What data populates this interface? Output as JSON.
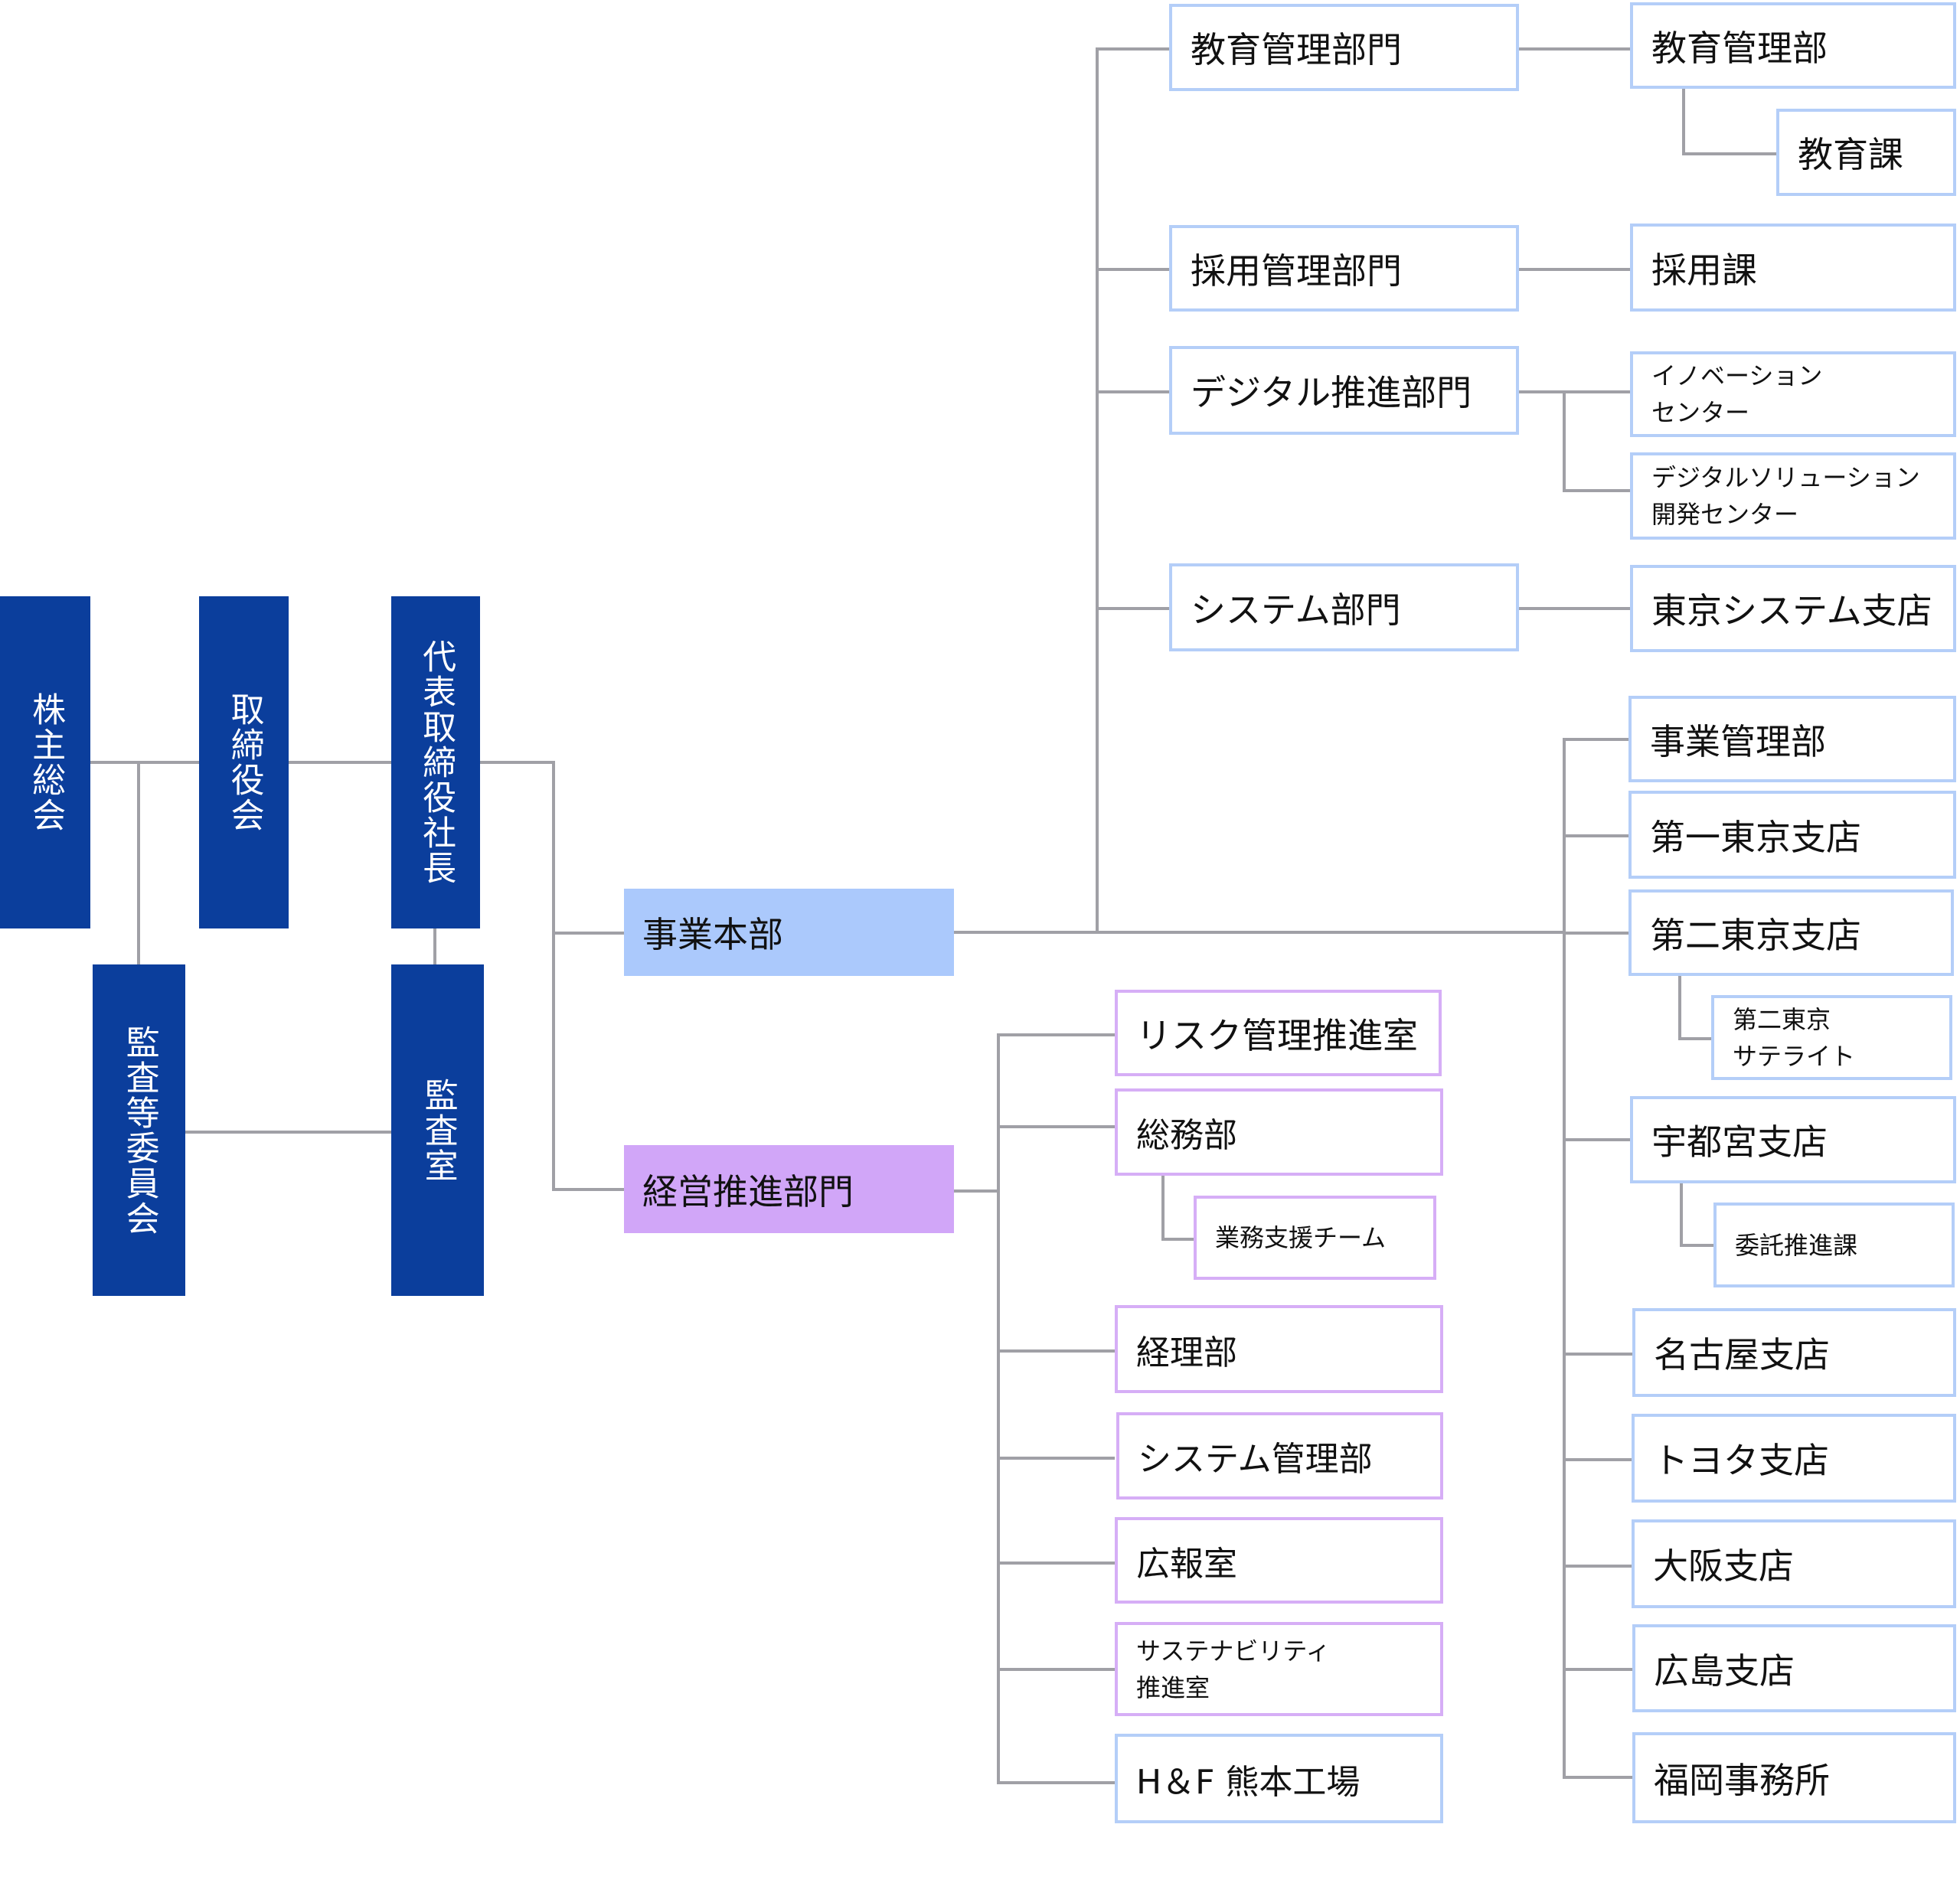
{
  "colors": {
    "executive": "#0B3E9C",
    "business_division": "#ABC9FC",
    "management_division": "#D1A6F8",
    "blue_border": "#B4CEF8",
    "purple_border": "#D6AEF6",
    "connector": "#A0A0A6"
  },
  "governance": {
    "shareholders_meeting": "株主総会",
    "board_of_directors": "取締役会",
    "president": "代表取締役社長",
    "audit_committee": "監査等委員会",
    "audit_office": "監査室"
  },
  "business_division": {
    "label": "事業本部",
    "departments": [
      {
        "label": "教育管理部門",
        "children": [
          {
            "label": "教育管理部",
            "children": [
              {
                "label": "教育課"
              }
            ]
          }
        ]
      },
      {
        "label": "採用管理部門",
        "children": [
          {
            "label": "採用課"
          }
        ]
      },
      {
        "label": "デジタル推進部門",
        "children": [
          {
            "label": "イノベーション\nセンター"
          },
          {
            "label": "デジタルソリューション\n開発センター"
          }
        ]
      },
      {
        "label": "システム部門",
        "children": [
          {
            "label": "東京システム支店"
          }
        ]
      }
    ],
    "branches": [
      {
        "label": "事業管理部"
      },
      {
        "label": "第一東京支店"
      },
      {
        "label": "第二東京支店",
        "children": [
          {
            "label": "第二東京\nサテライト"
          }
        ]
      },
      {
        "label": "宇都宮支店",
        "children": [
          {
            "label": "委託推進課"
          }
        ]
      },
      {
        "label": "名古屋支店"
      },
      {
        "label": "トヨタ支店"
      },
      {
        "label": "大阪支店"
      },
      {
        "label": "広島支店"
      },
      {
        "label": "福岡事務所"
      }
    ]
  },
  "management_division": {
    "label": "経営推進部門",
    "departments": [
      {
        "label": "リスク管理推進室"
      },
      {
        "label": "総務部",
        "children": [
          {
            "label": "業務支援チーム"
          }
        ]
      },
      {
        "label": "経理部"
      },
      {
        "label": "システム管理部"
      },
      {
        "label": "広報室"
      },
      {
        "label": "サステナビリティ\n推進室"
      },
      {
        "label": "H＆F 熊本工場"
      }
    ]
  }
}
